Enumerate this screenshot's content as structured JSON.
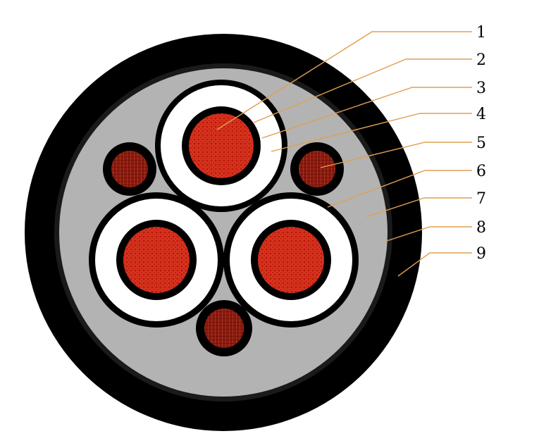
{
  "diagram": {
    "subject": "cable-cross-section",
    "callouts": [
      {
        "number": "1",
        "points_to": "main-conductor"
      },
      {
        "number": "2",
        "points_to": "conductor-screen"
      },
      {
        "number": "3",
        "points_to": "insulation"
      },
      {
        "number": "4",
        "points_to": "insulation-screen"
      },
      {
        "number": "5",
        "points_to": "earth-conductor"
      },
      {
        "number": "6",
        "points_to": "core-screen"
      },
      {
        "number": "7",
        "points_to": "filler"
      },
      {
        "number": "8",
        "points_to": "inner-sheath"
      },
      {
        "number": "9",
        "points_to": "outer-sheath"
      }
    ]
  },
  "colors": {
    "outer_sheath": "#000000",
    "filler": "#b3b3b3",
    "insulation": "#ffffff",
    "screen": "#000000",
    "conductor": "#c41e0c",
    "conductor_mesh": "#e8503a",
    "earth_conductor": "#8a1a0e",
    "leader_line": "#e0a050"
  }
}
